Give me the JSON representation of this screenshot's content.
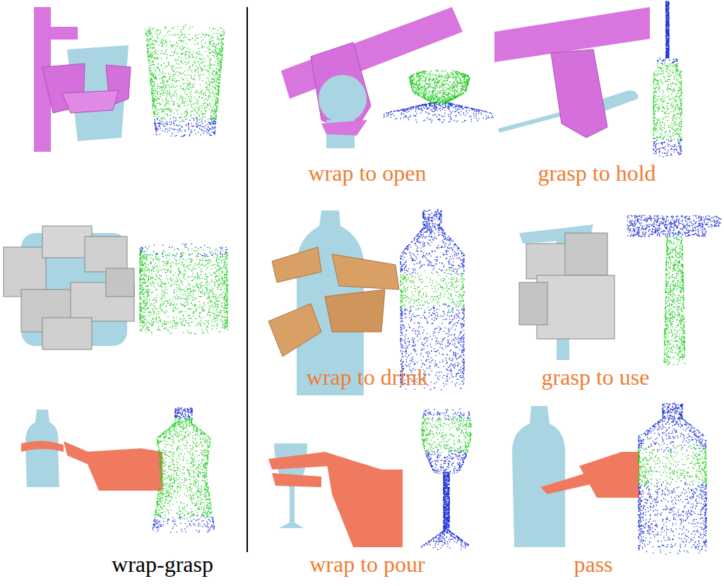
{
  "diagram": {
    "labels": [
      "wrap to open",
      "grasp to hold",
      "wrap to drink",
      "grasp to use",
      "wrap to pour",
      "pass",
      "wrap-grasp"
    ]
  }
}
